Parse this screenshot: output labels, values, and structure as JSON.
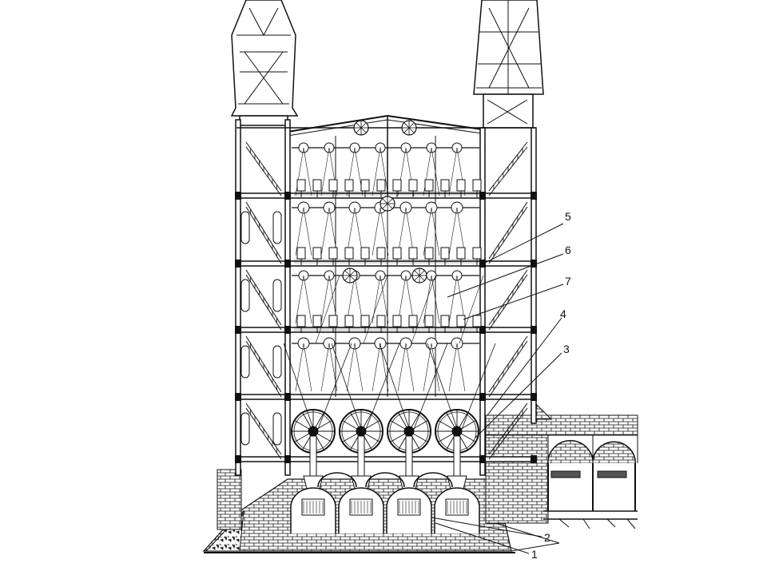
{
  "colors": {
    "ink": "#111111",
    "background": "#ffffff"
  },
  "callouts": [
    {
      "label": "5"
    },
    {
      "label": "6"
    },
    {
      "label": "7"
    },
    {
      "label": "4"
    },
    {
      "label": "3"
    },
    {
      "label": "2"
    },
    {
      "label": "1"
    }
  ]
}
